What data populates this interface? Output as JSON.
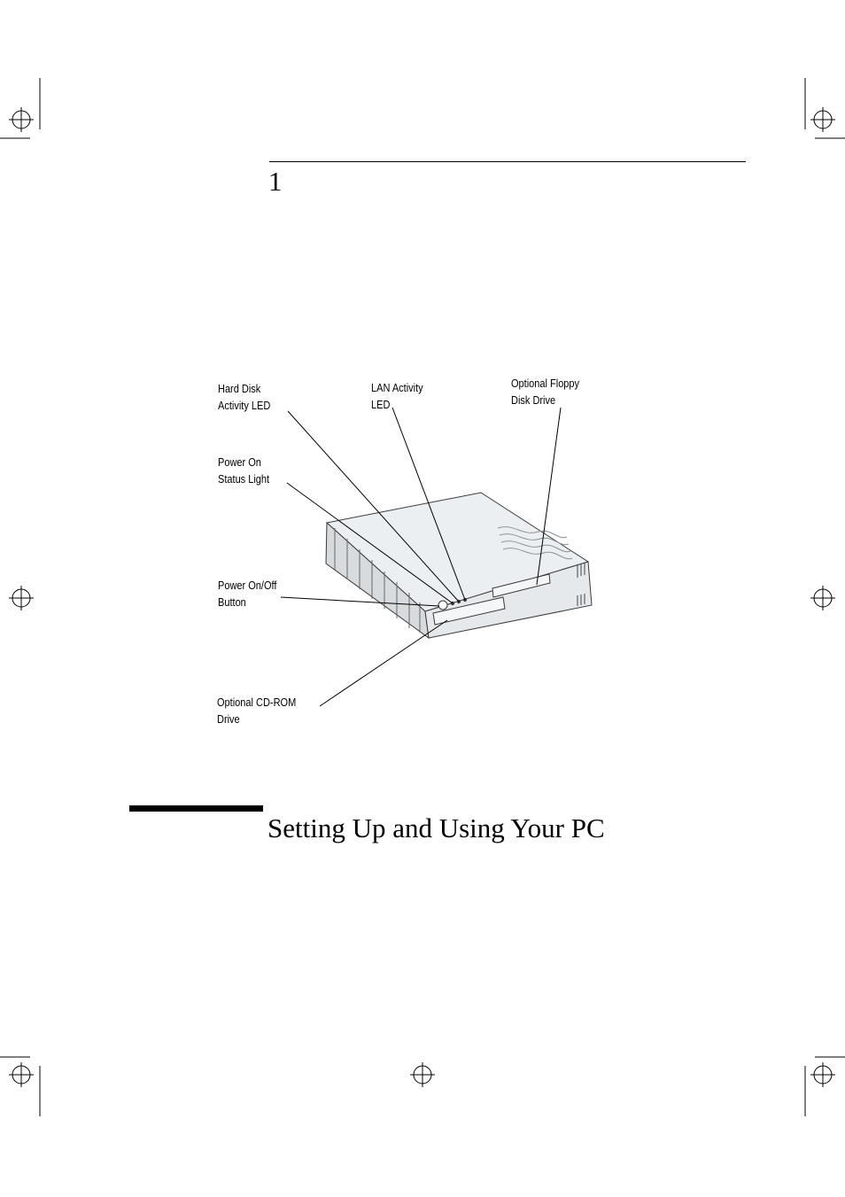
{
  "chapter": {
    "number": "1"
  },
  "figure": {
    "callouts": [
      {
        "lines": [
          "Hard Disk",
          "Activity LED"
        ]
      },
      {
        "lines": [
          "LAN Activity",
          "LED"
        ]
      },
      {
        "lines": [
          "Optional Floppy",
          "Disk Drive"
        ]
      },
      {
        "lines": [
          "Power On",
          "Status Light"
        ]
      },
      {
        "lines": [
          "Power On/Off",
          "Button"
        ]
      },
      {
        "lines": [
          "Optional CD-ROM",
          "Drive"
        ]
      }
    ]
  },
  "chapter_title": "Setting Up and Using Your PC"
}
